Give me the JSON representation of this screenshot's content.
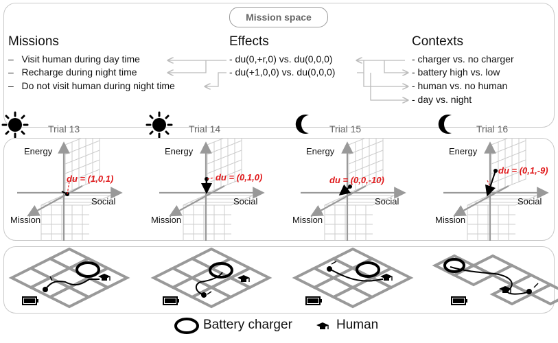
{
  "mission_space": {
    "title": "Mission space",
    "missions": {
      "header": "Missions",
      "items": [
        "Visit human during day time",
        "Recharge during night time",
        "Do not visit human during night time"
      ]
    },
    "effects": {
      "header": "Effects",
      "items": [
        "- du(0,+r,0) vs. du(0,0,0)",
        "- du(+1,0,0) vs. du(0,0,0)"
      ]
    },
    "contexts": {
      "header": "Contexts",
      "items": [
        "- charger vs. no charger",
        "- battery high vs. low",
        "- human vs. no human",
        "- day vs. night"
      ]
    }
  },
  "trials": [
    {
      "label": "Trial 13",
      "time_icon": "sun-icon",
      "du": "du = (1,0,1)"
    },
    {
      "label": "Trial 14",
      "time_icon": "sun-icon",
      "du": "du = (0,1,0)"
    },
    {
      "label": "Trial 15",
      "time_icon": "moon-icon",
      "du": "du = (0,0,-10)"
    },
    {
      "label": "Trial 16",
      "time_icon": "moon-icon",
      "du": "du = (0,1,-9)"
    }
  ],
  "axes": {
    "energy": "Energy",
    "social": "Social",
    "mission": "Mission"
  },
  "legend": {
    "charger": "Battery charger",
    "human": "Human"
  },
  "colors": {
    "accent_red": "#e0191b",
    "grid_gray": "#a8a8a8",
    "border": "#c8c8c8"
  }
}
